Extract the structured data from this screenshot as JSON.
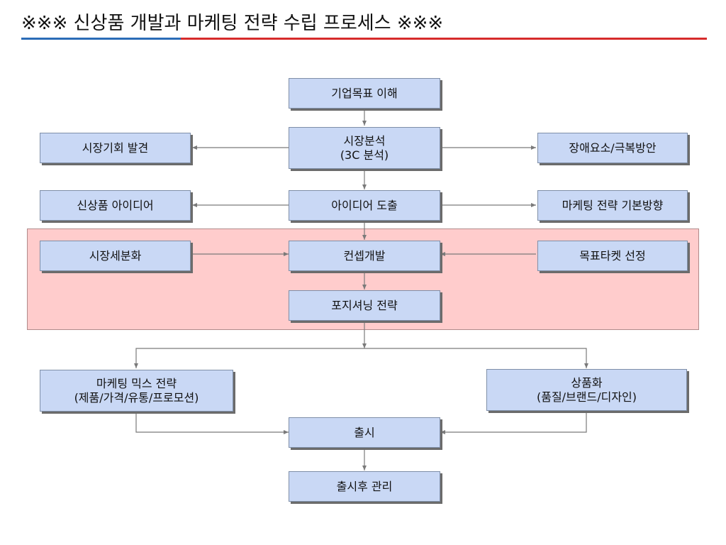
{
  "title": "※※※ 신상품 개발과 마케팅 전략 수립 프로세스 ※※※",
  "boxes": {
    "corporate_goal": "기업목표 이해",
    "market_analysis": [
      "시장분석",
      "(3C 분석)"
    ],
    "market_opportunity": "시장기회 발견",
    "obstacles": "장애요소/극복방안",
    "new_product_idea": "신상품 아이디어",
    "idea_derivation": "아이디어 도출",
    "marketing_direction": "마케팅 전략 기본방향",
    "segmentation": "시장세분화",
    "concept_development": "컨셉개발",
    "target_selection": "목표타켓 선정",
    "positioning": "포지셔닝 전략",
    "marketing_mix": [
      "마케팅 믹스 전략",
      "(제품/가격/유통/프로모션)"
    ],
    "commercialization": [
      "상품화",
      "(품질/브랜드/디자인)"
    ],
    "launch": "출시",
    "post_launch": "출시후 관리"
  },
  "colors": {
    "box_fill": "#c9d8f5",
    "band_fill": "#ffcccc",
    "connector": "#7a7a7a",
    "title_rule_blue": "#2b6cb7",
    "title_rule_red": "#d62b2b"
  }
}
